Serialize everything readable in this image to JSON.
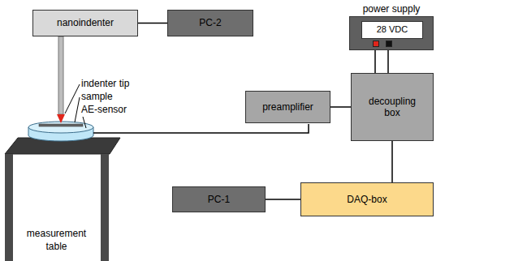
{
  "diagram": {
    "nodes": [
      {
        "text": [
          "power supply"
        ]
      },
      {
        "text": [
          "28 VDC"
        ],
        "in": 0
      },
      {
        "text": [
          "nanoindenter"
        ]
      },
      {
        "text": [
          "PC-2"
        ]
      },
      {
        "text": [
          "preamplifier"
        ]
      },
      {
        "text": [
          "decoupling box"
        ]
      },
      {
        "text": [
          "PC-1"
        ]
      },
      {
        "text": [
          "DAQ-box"
        ]
      }
    ],
    "edges": [
      {
        "from": 2,
        "to": 3,
        "arrow": "none"
      },
      {
        "from": 4,
        "to": 5,
        "arrow": "none"
      },
      {
        "from": 0,
        "to": 5,
        "arrow": "none"
      },
      {
        "from": 0,
        "to": 5,
        "arrow": "none"
      },
      {
        "from": 5,
        "to": 7,
        "arrow": "none"
      },
      {
        "from": 6,
        "to": 7,
        "arrow": "none"
      }
    ],
    "labels": [
      "indenter tip",
      "sample",
      "AE-sensor",
      "measurement table"
    ]
  }
}
